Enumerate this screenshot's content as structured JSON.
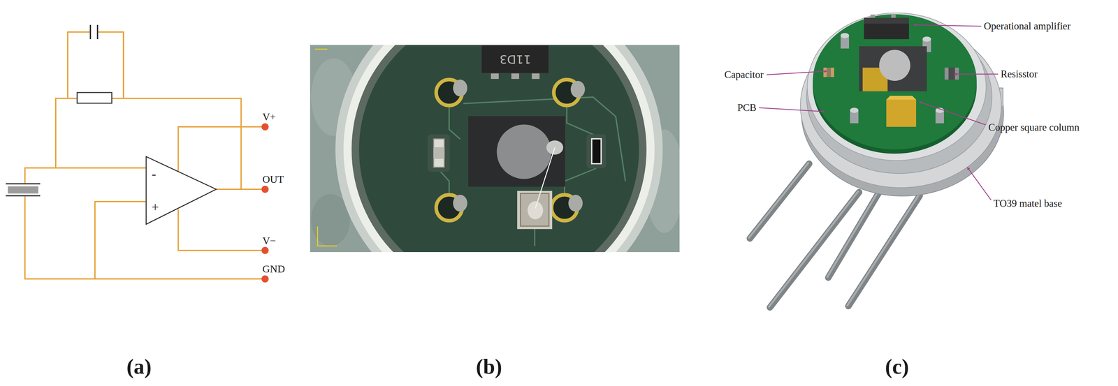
{
  "diagram": {
    "nodes": [
      {
        "text": [
          "-",
          "+"
        ]
      },
      {
        "text": [
          "11D3"
        ]
      }
    ],
    "labels": [
      "V+",
      "OUT",
      "V−",
      "GND",
      "(a)",
      "(b)",
      "(c)",
      "Operational amplifier",
      "Capacitor",
      "Resisstor",
      "PCB",
      "Copper square column",
      "TO39 matel base"
    ]
  }
}
